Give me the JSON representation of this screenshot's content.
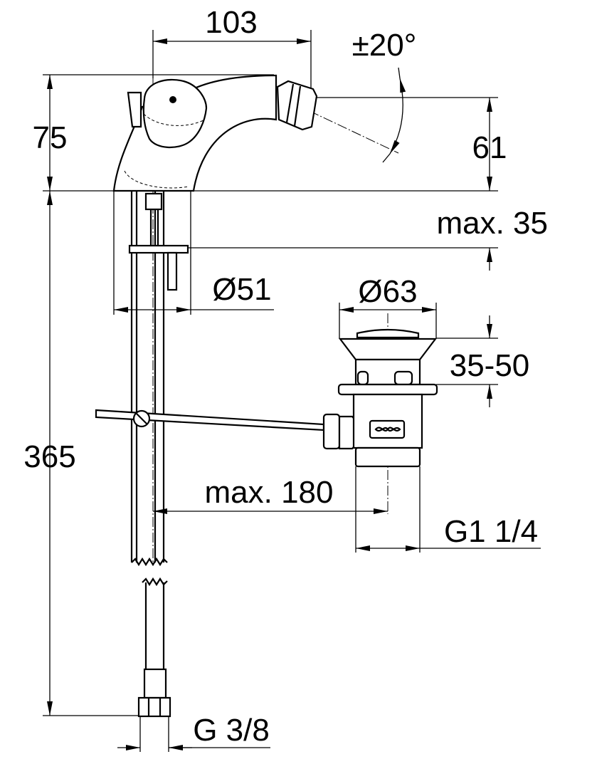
{
  "title": "Bidet mixer dimension drawing",
  "dimensions": {
    "spout_reach": "103",
    "swivel_angle": "±20°",
    "height_top": "75",
    "outlet_height": "61",
    "max_deck": "max. 35",
    "base_diameter": "Ø51",
    "drain_diameter": "Ø63",
    "drain_range": "35-50",
    "total_length": "365",
    "rod_length": "max. 180",
    "drain_thread": "G1 1/4",
    "supply_thread": "G 3/8"
  }
}
